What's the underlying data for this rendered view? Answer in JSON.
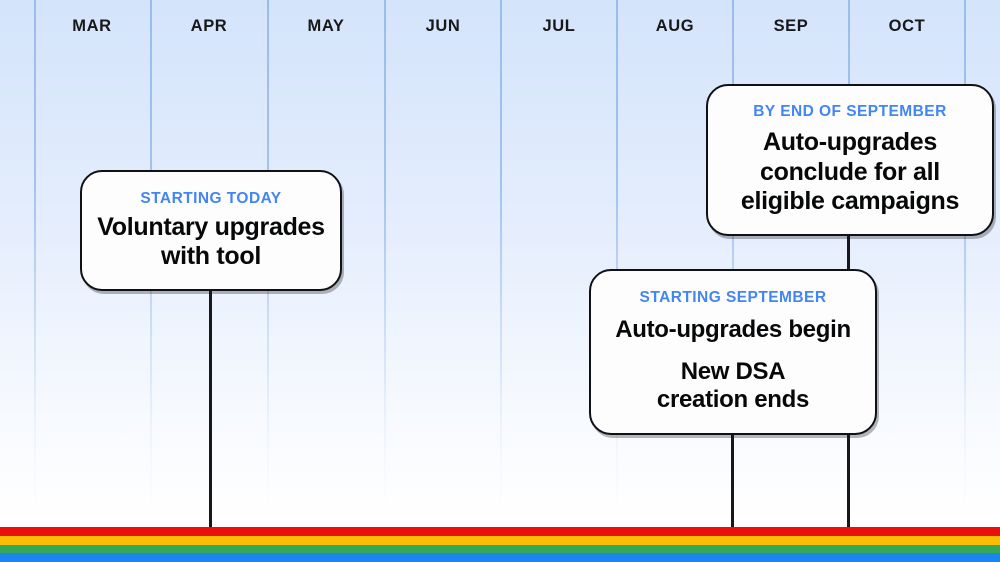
{
  "timeline": {
    "months": [
      {
        "label": "MAR"
      },
      {
        "label": "APR"
      },
      {
        "label": "MAY"
      },
      {
        "label": "JUN"
      },
      {
        "label": "JUL"
      },
      {
        "label": "AUG"
      },
      {
        "label": "SEP"
      },
      {
        "label": "OCT"
      }
    ]
  },
  "callouts": {
    "voluntary": {
      "eyebrow": "STARTING TODAY",
      "line1": "Voluntary upgrades",
      "line2": "with tool"
    },
    "conclude": {
      "eyebrow": "BY END OF SEPTEMBER",
      "line1": "Auto-upgrades",
      "line2": "conclude for all",
      "line3": "eligible campaigns"
    },
    "autoupgrade": {
      "eyebrow": "STARTING SEPTEMBER",
      "statement1": "Auto-upgrades begin",
      "statement2_line1": "New DSA",
      "statement2_line2": "creation ends"
    }
  },
  "colors": {
    "accent_blue": "#4285f4",
    "stripe_red": "#ea0f0b",
    "stripe_yellow": "#fbbc04",
    "stripe_green": "#34a853",
    "stripe_blue": "#1a84f0",
    "card_border": "#101114",
    "background_top": "#d4e4fb",
    "background_bottom": "#ffffff"
  }
}
